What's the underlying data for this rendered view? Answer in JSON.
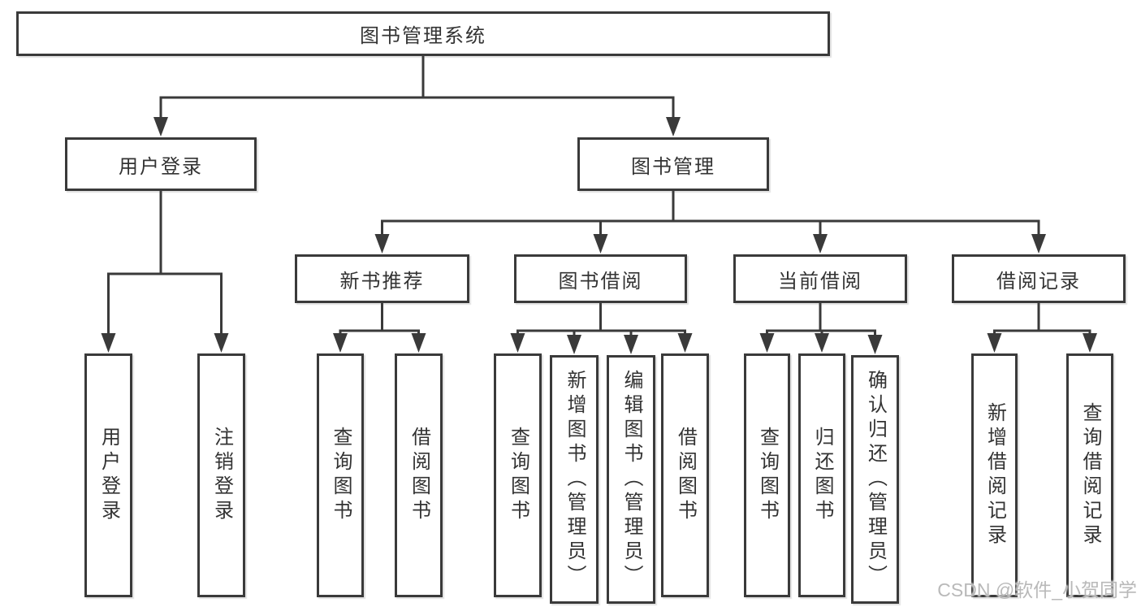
{
  "tree": {
    "root": {
      "label": "图书管理系统"
    },
    "children": [
      {
        "label": "用户登录",
        "children": [
          {
            "label": "用户登录"
          },
          {
            "label": "注销登录"
          }
        ]
      },
      {
        "label": "图书管理",
        "children": [
          {
            "label": "新书推荐",
            "children": [
              {
                "label": "查询图书"
              },
              {
                "label": "借阅图书"
              }
            ]
          },
          {
            "label": "图书借阅",
            "children": [
              {
                "label": "查询图书"
              },
              {
                "label": "新增图书（管理员）"
              },
              {
                "label": "编辑图书（管理员）"
              },
              {
                "label": "借阅图书"
              }
            ]
          },
          {
            "label": "当前借阅",
            "children": [
              {
                "label": "查询图书"
              },
              {
                "label": "归还图书"
              },
              {
                "label": "确认归还（管理员）"
              }
            ]
          },
          {
            "label": "借阅记录",
            "children": [
              {
                "label": "新增借阅记录"
              },
              {
                "label": "查询借阅记录"
              }
            ]
          }
        ]
      }
    ]
  },
  "watermark": {
    "text": "CSDN @软件_小贺同学"
  },
  "colors": {
    "line": "#3a3a3a",
    "text": "#333333",
    "background": "#ffffff",
    "watermark": "#b9b9b9"
  }
}
